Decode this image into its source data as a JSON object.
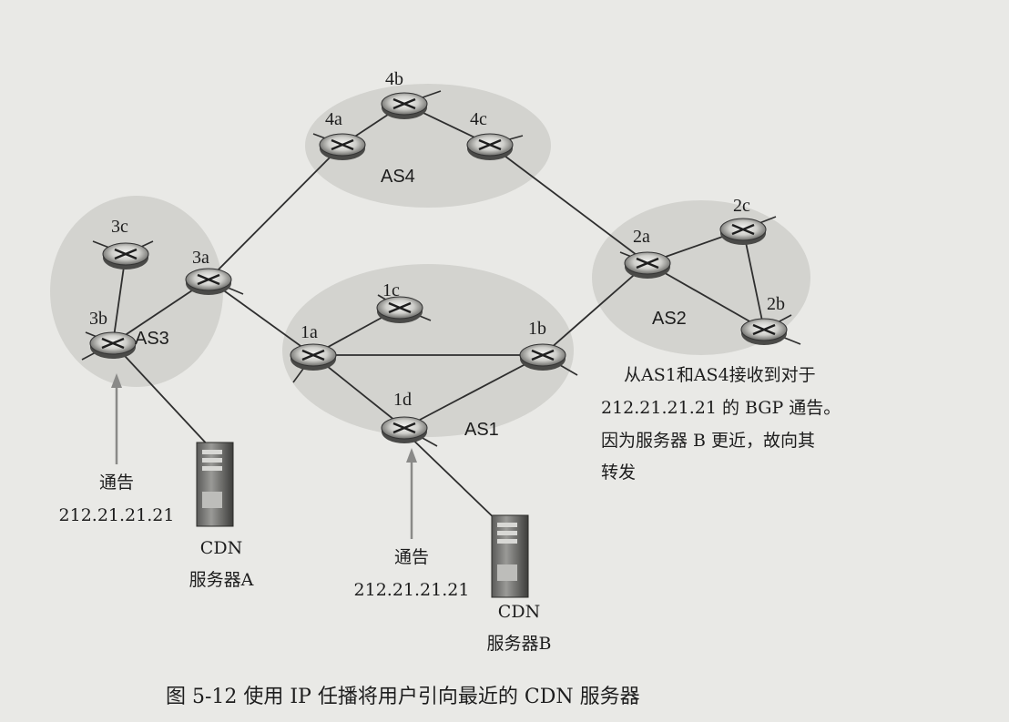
{
  "routers": [
    {
      "id": "4b",
      "label": "4b"
    },
    {
      "id": "4a",
      "label": "4a"
    },
    {
      "id": "4c",
      "label": "4c"
    },
    {
      "id": "3c",
      "label": "3c"
    },
    {
      "id": "3a",
      "label": "3a"
    },
    {
      "id": "3b",
      "label": "3b"
    },
    {
      "id": "1c",
      "label": "1c"
    },
    {
      "id": "1a",
      "label": "1a"
    },
    {
      "id": "1b",
      "label": "1b"
    },
    {
      "id": "1d",
      "label": "1d"
    },
    {
      "id": "2c",
      "label": "2c"
    },
    {
      "id": "2a",
      "label": "2a"
    },
    {
      "id": "2b",
      "label": "2b"
    }
  ],
  "links": [
    [
      "4a",
      "4b"
    ],
    [
      "4b",
      "4c"
    ],
    [
      "4a",
      "3a"
    ],
    [
      "4c",
      "2a"
    ],
    [
      "3c",
      "3b"
    ],
    [
      "3b",
      "3a"
    ],
    [
      "3a",
      "1a"
    ],
    [
      "1a",
      "1c"
    ],
    [
      "1a",
      "1b"
    ],
    [
      "1a",
      "1d"
    ],
    [
      "1d",
      "1b"
    ],
    [
      "1b",
      "2a"
    ],
    [
      "2a",
      "2c"
    ],
    [
      "2c",
      "2b"
    ],
    [
      "2a",
      "2b"
    ]
  ],
  "as_labels": {
    "as4": "AS4",
    "as3": "AS3",
    "as1": "AS1",
    "as2": "AS2"
  },
  "servers": {
    "a": {
      "line1": "CDN",
      "line2": "服务器A"
    },
    "b": {
      "line1": "CDN",
      "line2": "服务器B"
    }
  },
  "announce_a": {
    "line1": "通告",
    "line2": "212.21.21.21"
  },
  "announce_b": {
    "line1": "通告",
    "line2": "212.21.21.21"
  },
  "note": {
    "line1": "从AS1和AS4接收到对于",
    "line2": "212.21.21.21 的 BGP 通告。",
    "line3": "因为服务器 B 更近，故向其",
    "line4": "转发"
  },
  "caption": "图 5-12   使用 IP 任播将用户引向最近的 CDN 服务器"
}
